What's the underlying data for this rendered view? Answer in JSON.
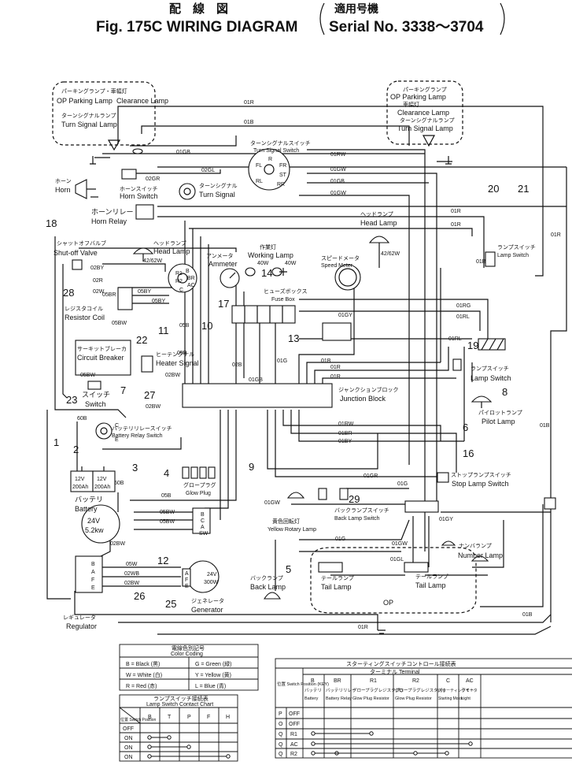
{
  "title": {
    "jp": "配　線　図",
    "main": "Fig. 175C WIRING DIAGRAM",
    "serial_jp": "適用号機",
    "serial": "Serial No. 3338～3704"
  },
  "components": {
    "parking_lamp_l": {
      "jp": "パーキングランプ・車幅灯",
      "en1": "OP Parking Lamp",
      "en2": "Clearance Lamp"
    },
    "turn_lamp_l": {
      "jp": "ターンシグナルランプ",
      "en": "Turn Signal Lamp"
    },
    "parking_lamp_r": {
      "jp": "パーキングランプ",
      "en1": "OP Parking Lamp",
      "jp2": "車幅灯",
      "en2": "Clearance Lamp",
      "jp3": "ターンシグナルランプ",
      "en3": "Turn Signal Lamp"
    },
    "horn": {
      "jp": "ホーン",
      "en": "Horn"
    },
    "horn_switch": {
      "jp": "ホーンスイッチ",
      "en": "Horn Switch"
    },
    "horn_relay": {
      "jp": "ホーンリレー",
      "en": "Horn Relay"
    },
    "turn_switch": {
      "jp": "ターンシグナルスイッチ",
      "en": "Turn Signal Switch"
    },
    "turn_signal": {
      "jp": "ターンシグナル",
      "en": "Turn Signal"
    },
    "shutoff_valve": {
      "jp": "シャットオフバルブ",
      "en": "Shut-off Valve"
    },
    "head_lamp_l": {
      "jp": "ヘッドランプ",
      "en": "Head Lamp",
      "rating": "42/62W"
    },
    "working_lamp": {
      "jp": "作業灯",
      "en": "Working Lamp",
      "w1": "40W",
      "w2": "40W"
    },
    "ammeter": {
      "jp": "アンメータ",
      "en": "Ammeter"
    },
    "speed_meter": {
      "jp": "スピードメータ",
      "en": "Speed Meter"
    },
    "head_lamp_r": {
      "jp": "ヘッドランプ",
      "en": "Head Lamp",
      "rating": "42/62W"
    },
    "fuse_box": {
      "jp": "ヒューズボックス",
      "en": "Fuse Box"
    },
    "resistor_coil": {
      "jp": "レジスタコイル",
      "en": "Resistor Coil"
    },
    "circuit_breaker": {
      "jp": "サーキットブレーカ",
      "en": "Circuit Breaker"
    },
    "heater_signal": {
      "jp": "ヒーテングナル",
      "en": "Heater Signal"
    },
    "switch": {
      "jp": "スイッチ",
      "en": "Switch"
    },
    "junction_block": {
      "jp": "ジャンクションブロック",
      "en": "Junction Block"
    },
    "lamp_switch_top": {
      "jp": "ランプスイッチ",
      "en": "Lamp Switch"
    },
    "lamp_switch": {
      "jp": "ランプスイッチ",
      "en": "Lamp Switch"
    },
    "pilot_lamp": {
      "jp": "パイロットランプ",
      "en": "Pilot Lamp"
    },
    "battery_relay_switch": {
      "jp": "バッテリリレースイッチ",
      "en": "Battery Relay Switch"
    },
    "battery": {
      "jp": "バッテリ",
      "en": "Battery",
      "v": "12V",
      "ah": "200Ah"
    },
    "glow_plug": {
      "jp": "グロープラグ",
      "en": "Glow Plug"
    },
    "starting_motor": {
      "v": "24V",
      "kw": "5.2kw"
    },
    "stop_lamp_switch": {
      "jp": "ストップランプスイッチ",
      "en": "Stop Lamp Switch"
    },
    "back_lamp_switch": {
      "jp": "バックランプスイッチ",
      "en": "Back Lamp Switch"
    },
    "yellow_rotary_lamp": {
      "jp": "黄色回転灯",
      "en": "Yellow Rotary Lamp"
    },
    "back_lamp": {
      "jp": "バックランプ",
      "en": "Back Lamp"
    },
    "number_lamp": {
      "jp": "ナンバランプ",
      "en": "Number Lamp"
    },
    "tail_lamp_l": {
      "jp": "テールランプ",
      "en": "Tail Lamp"
    },
    "tail_lamp_r": {
      "jp": "テールランプ",
      "en": "Tail Lamp"
    },
    "op": "OP",
    "regulator": {
      "jp": "レギュレータ",
      "en": "Regulator"
    },
    "generator": {
      "jp": "ジェネレータ",
      "en": "Generator",
      "v": "24V",
      "w": "300W"
    }
  },
  "callouts": [
    "1",
    "2",
    "3",
    "4",
    "5",
    "6",
    "7",
    "8",
    "9",
    "10",
    "11",
    "12",
    "13",
    "14",
    "16",
    "17",
    "18",
    "19",
    "20",
    "21",
    "22",
    "23",
    "25",
    "26",
    "27",
    "28",
    "29"
  ],
  "color_coding": {
    "title_jp": "電線色別記号",
    "title_en": "Color Coding",
    "rows": [
      [
        "B = Black (黒)",
        "G = Green (緑)"
      ],
      [
        "W = White (白)",
        "Y = Yellow (黄)"
      ],
      [
        "R = Red (赤)",
        "L = Blue (青)"
      ]
    ]
  },
  "lamp_switch_chart": {
    "title_jp": "ランプスイッチ接続表",
    "title_en": "Lamp Switch Contact Chart",
    "corner": "位置 Switch Position",
    "cols": [
      "B",
      "T",
      "P",
      "F",
      "H"
    ],
    "rows": [
      "OFF",
      "ON",
      "ON",
      "ON"
    ]
  },
  "starting_switch_chart": {
    "title_jp": "スターティングスイッチコントロール接続表",
    "terminal_label": "ターミナル Terminal",
    "corner": "位置 Switch Position (KEY)",
    "cols": [
      {
        "code": "B",
        "jp": "バッテリ",
        "en": "Battery"
      },
      {
        "code": "BR",
        "jp": "バッテリリレー",
        "en": "Battery Relay"
      },
      {
        "code": "R1",
        "jp": "グロープラグレジスタ(大)",
        "en": "Glow Plug Resistor"
      },
      {
        "code": "R2",
        "jp": "グロープラグレジスタ(小)",
        "en": "Glow Plug Resistor"
      },
      {
        "code": "C",
        "jp": "スターティングモータ",
        "en": "Starting Motor"
      },
      {
        "code": "AC",
        "jp": "ライト",
        "en": "Light"
      }
    ],
    "rows": [
      {
        "key": "P",
        "pos": "OFF"
      },
      {
        "key": "O",
        "pos": "OFF"
      },
      {
        "key": "Q",
        "pos": "R1"
      },
      {
        "key": "Q",
        "pos": "AC"
      },
      {
        "key": "Q",
        "pos": "R2"
      }
    ]
  },
  "wire_labels": [
    {
      "id": "w01",
      "text": "01R"
    },
    {
      "id": "w02",
      "text": "01B"
    },
    {
      "id": "w03",
      "text": "01GB"
    },
    {
      "id": "w04",
      "text": "01RW"
    },
    {
      "id": "w05",
      "text": "01GW"
    },
    {
      "id": "w06",
      "text": "01GB"
    },
    {
      "id": "w07",
      "text": "01GW"
    },
    {
      "id": "w08",
      "text": "02GR"
    },
    {
      "id": "w09",
      "text": "02GL"
    },
    {
      "id": "w10",
      "text": "01R"
    },
    {
      "id": "w11",
      "text": "01R"
    },
    {
      "id": "w12",
      "text": "01B"
    },
    {
      "id": "w13",
      "text": "02BY"
    },
    {
      "id": "w14",
      "text": "05BY"
    },
    {
      "id": "w15",
      "text": "05BY"
    },
    {
      "id": "w16",
      "text": "05BW"
    },
    {
      "id": "w17",
      "text": "05BR"
    },
    {
      "id": "w18",
      "text": "05B"
    },
    {
      "id": "w19",
      "text": "02B"
    },
    {
      "id": "w20",
      "text": "01G"
    },
    {
      "id": "w21",
      "text": "01GY"
    },
    {
      "id": "w22",
      "text": "01RG"
    },
    {
      "id": "w23",
      "text": "01RL"
    },
    {
      "id": "w24",
      "text": "01RL"
    },
    {
      "id": "w25",
      "text": "01R"
    },
    {
      "id": "w26",
      "text": "01R"
    },
    {
      "id": "w27",
      "text": "01B"
    },
    {
      "id": "w28",
      "text": "01GB"
    },
    {
      "id": "w29",
      "text": "01RW"
    },
    {
      "id": "w30",
      "text": "01BR"
    },
    {
      "id": "w31",
      "text": "01BY"
    },
    {
      "id": "w32",
      "text": "05BW"
    },
    {
      "id": "w33",
      "text": "02BW"
    },
    {
      "id": "w34",
      "text": "02BW"
    },
    {
      "id": "w35",
      "text": "05B"
    },
    {
      "id": "w36",
      "text": "05BW"
    },
    {
      "id": "w37",
      "text": "05BW"
    },
    {
      "id": "w38",
      "text": "02BW"
    },
    {
      "id": "w39",
      "text": "05W"
    },
    {
      "id": "w40",
      "text": "02WB"
    },
    {
      "id": "w41",
      "text": "02BW"
    },
    {
      "id": "w42",
      "text": "01GR"
    },
    {
      "id": "w43",
      "text": "01G"
    },
    {
      "id": "w44",
      "text": "01GW"
    },
    {
      "id": "w45",
      "text": "01G"
    },
    {
      "id": "w46",
      "text": "01GW"
    },
    {
      "id": "w47",
      "text": "01GL"
    },
    {
      "id": "w48",
      "text": "01GY"
    },
    {
      "id": "w49",
      "text": "01B"
    },
    {
      "id": "w50",
      "text": "01B"
    },
    {
      "id": "w51",
      "text": "01R"
    },
    {
      "id": "w52",
      "text": "60B"
    },
    {
      "id": "w53",
      "text": "50B"
    },
    {
      "id": "w54",
      "text": "02R"
    },
    {
      "id": "w55",
      "text": "02W"
    },
    {
      "id": "w56",
      "text": "05B"
    },
    {
      "id": "w57",
      "text": "01R"
    }
  ],
  "terminal_marks": {
    "turn_switch": [
      "FL",
      "R",
      "FR",
      "ST",
      "RL",
      "RR"
    ],
    "key_switch": [
      "R1",
      "R2",
      "B",
      "BR",
      "AC",
      "C"
    ],
    "starting_motor": [
      "B",
      "C",
      "A",
      "SW"
    ],
    "regulator": [
      "B",
      "A",
      "F",
      "E"
    ],
    "generator": [
      "A",
      "F",
      "E"
    ],
    "battery_relay": [
      "C",
      "E"
    ]
  }
}
